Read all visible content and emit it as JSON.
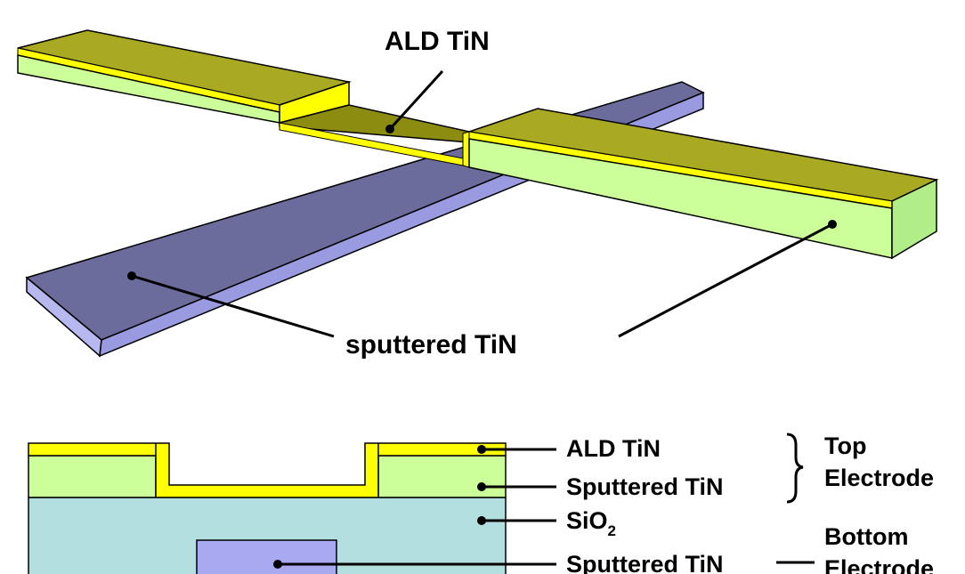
{
  "diagram": {
    "top_view": {
      "ald_label": "ALD TiN",
      "sputtered_label": "sputtered TiN"
    },
    "cross_section": {
      "layers": {
        "ald": "ALD TiN",
        "sputtered_top": "Sputtered TiN",
        "oxide_main": "SiO",
        "oxide_sub": "2",
        "sputtered_bottom": "Sputtered TiN"
      },
      "groups": {
        "top_line1": "Top",
        "top_line2": "Electrode",
        "bottom_line1": "Bottom",
        "bottom_line2": "Electrode"
      }
    }
  },
  "colors": {
    "ald_tin": "#ffff00",
    "sputtered_top_tin": "#ccff99",
    "sio2": "#b3dfe0",
    "bottom_tin": "#a9a9f2"
  }
}
